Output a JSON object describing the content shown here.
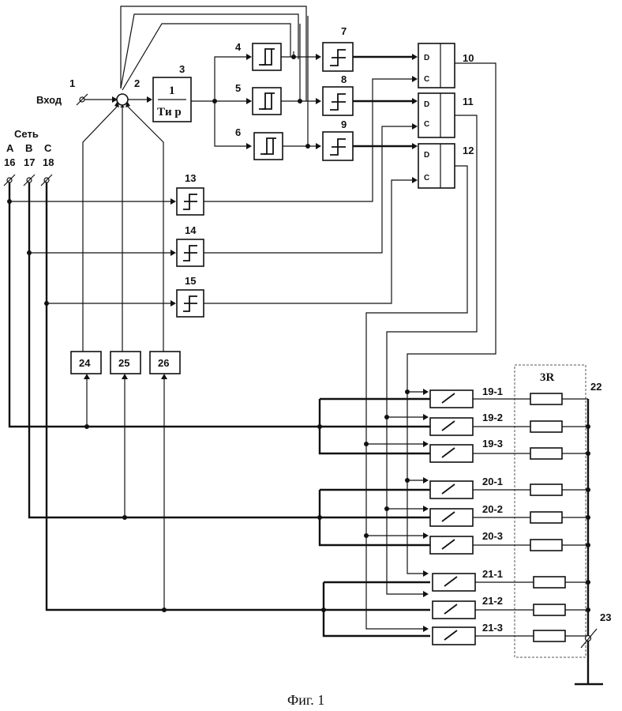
{
  "diagram": {
    "caption": "Фиг. 1",
    "input": {
      "number": "1",
      "label": "Вход"
    },
    "network": {
      "label": "Сеть",
      "phases": [
        "A",
        "B",
        "C"
      ],
      "terminals": [
        "16",
        "17",
        "18"
      ]
    },
    "summator_number": "2",
    "integrator": {
      "number": "3",
      "numerator": "1",
      "denominator": "Tи p"
    },
    "hysteresis_blocks": [
      "4",
      "5",
      "6"
    ],
    "threshold_blocks_top": [
      "7",
      "8",
      "9"
    ],
    "triggers": [
      {
        "number": "10",
        "d": "D",
        "c": "C"
      },
      {
        "number": "11",
        "d": "D",
        "c": "C"
      },
      {
        "number": "12",
        "d": "D",
        "c": "C"
      }
    ],
    "threshold_blocks_phase": [
      "13",
      "14",
      "15"
    ],
    "feedback_blocks": [
      "24",
      "25",
      "26"
    ],
    "switch_groups": [
      [
        "19-1",
        "19-2",
        "19-3"
      ],
      [
        "20-1",
        "20-2",
        "20-3"
      ],
      [
        "21-1",
        "21-2",
        "21-3"
      ]
    ],
    "load_label": "3R",
    "load_block_number": "22",
    "neutral_terminal": "23"
  }
}
